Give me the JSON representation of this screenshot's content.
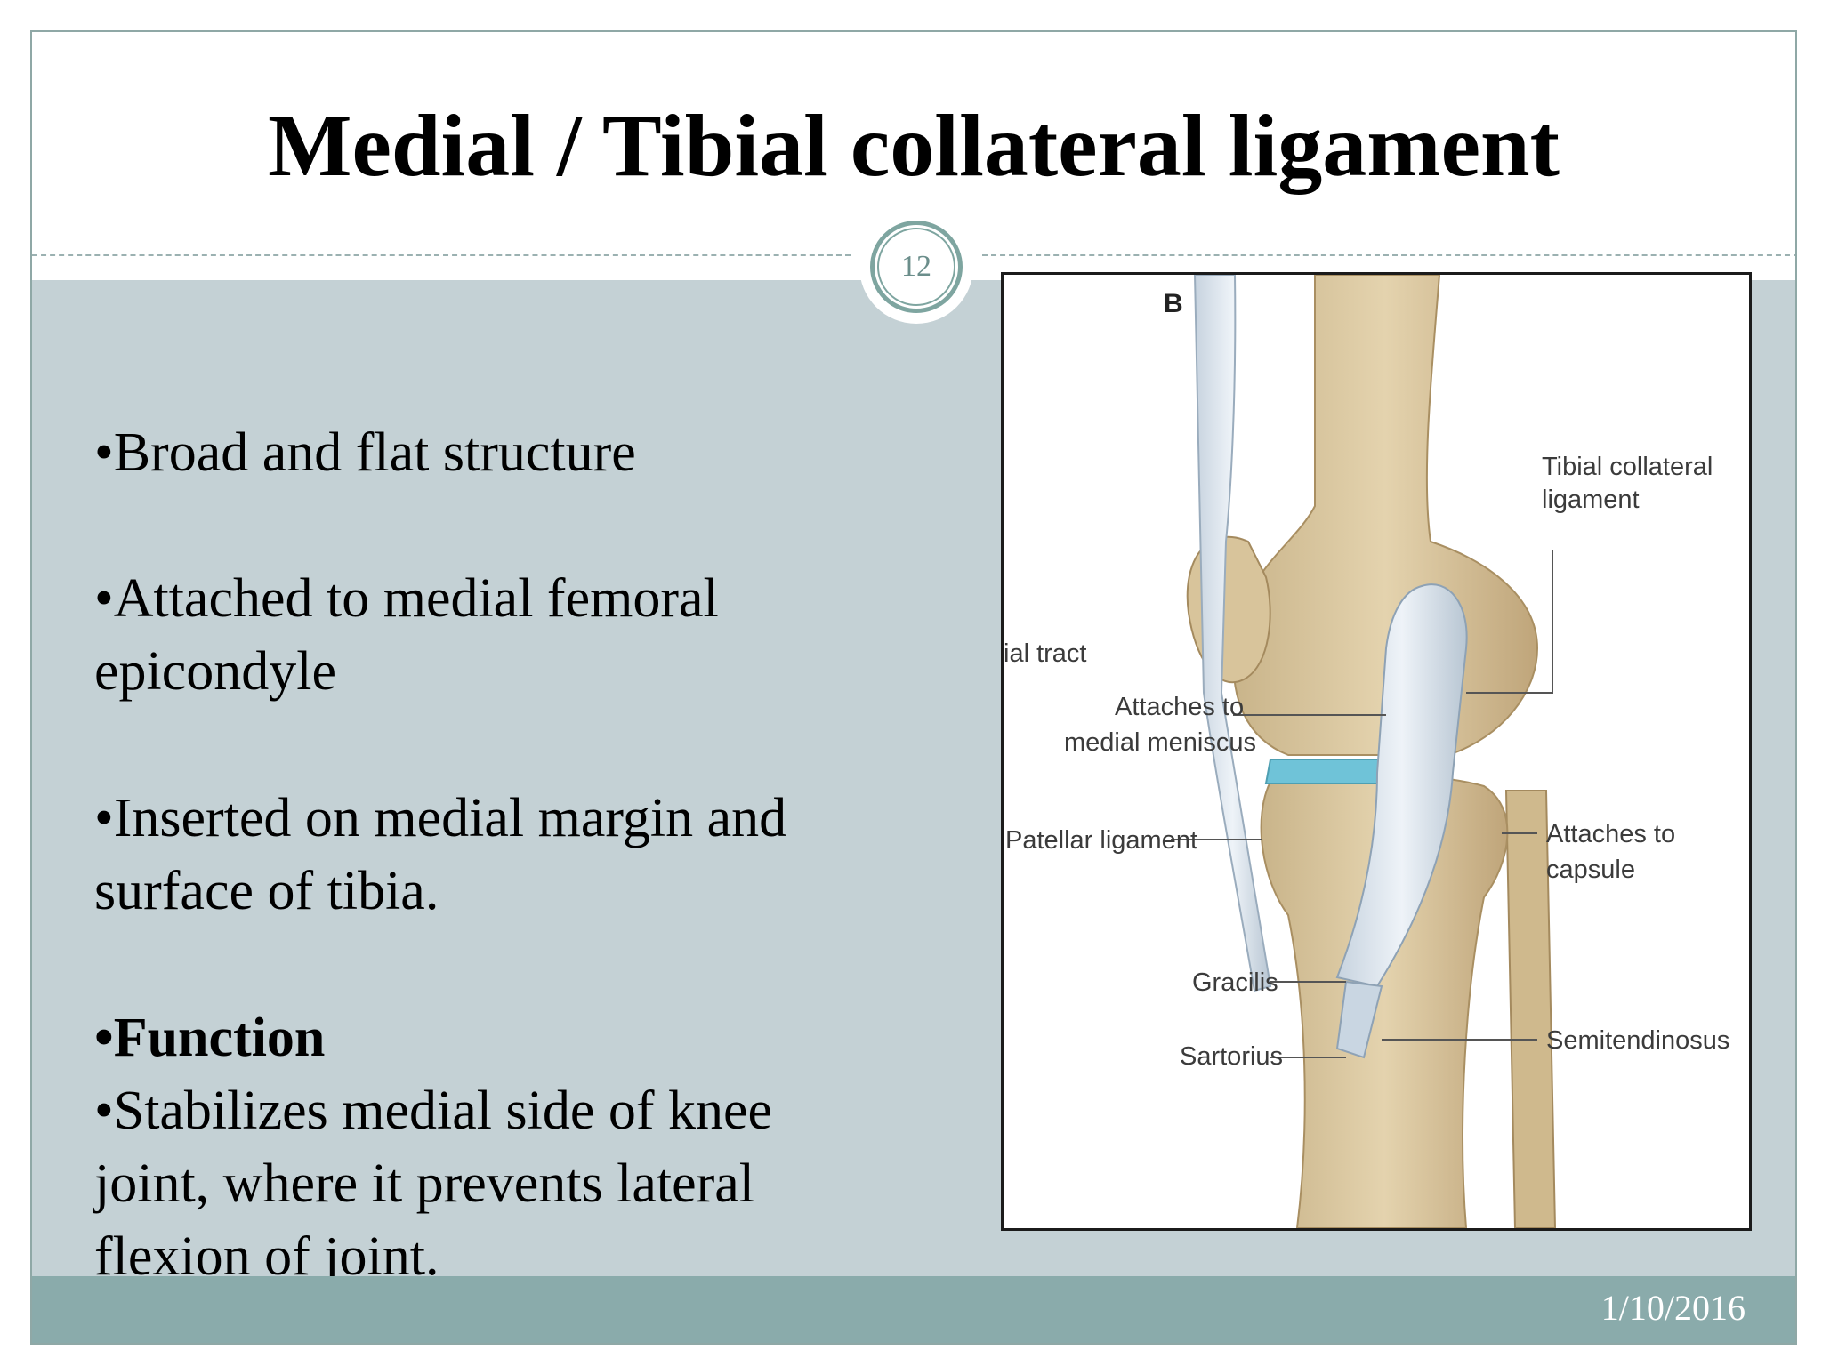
{
  "slide": {
    "title": "Medial / Tibial collateral ligament",
    "page_number": "12",
    "date": "1/10/2016"
  },
  "bullets": [
    "•Broad and flat structure",
    "•Attached to medial femoral",
    "epicondyle",
    "•Inserted on medial margin and",
    "surface of tibia.",
    "•Function",
    "•Stabilizes medial side of knee",
    "joint, where it prevents lateral",
    "flexion of  joint."
  ],
  "figure": {
    "panel_letter": "B",
    "labels": {
      "tibial_collateral_1": "Tibial collateral",
      "tibial_collateral_2": "ligament",
      "iliotibial_partial": "ial tract",
      "attaches_meniscus_1": "Attaches to",
      "attaches_meniscus_2": "medial meniscus",
      "patellar_ligament": "Patellar ligament",
      "attaches_capsule_1": "Attaches to",
      "attaches_capsule_2": "capsule",
      "gracilis": "Gracilis",
      "sartorius": "Sartorius",
      "semitendinosus": "Semitendinosus"
    }
  }
}
